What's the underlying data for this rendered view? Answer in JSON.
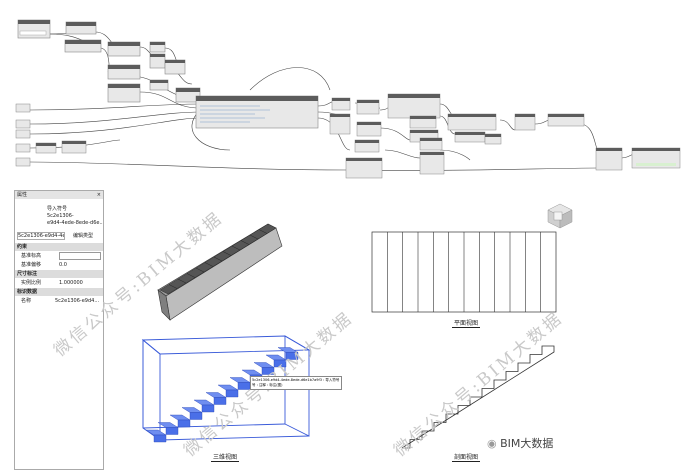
{
  "panel": {
    "title": "属性",
    "family": "导入符号",
    "type_lines": [
      "5c2e1306-",
      "e9d4-4ede-8ede-d6e..."
    ],
    "selector": "5c2e1306-e9d4-4e",
    "edit_type": "编辑类型",
    "sections": [
      {
        "name": "约束",
        "rows": [
          {
            "label": "基准标高",
            "value": ""
          },
          {
            "label": "基准偏移",
            "value": "0.0"
          }
        ]
      },
      {
        "name": "尺寸标注",
        "rows": [
          {
            "label": "实例比例",
            "value": "1.000000"
          }
        ]
      },
      {
        "name": "标识数据",
        "rows": [
          {
            "label": "名称",
            "value": "5c2e1306-e9d4..."
          }
        ]
      }
    ]
  },
  "watermarks": [
    "微信公众号:BIM大数据",
    "微信公众号:BIM大数据",
    "微信公众号:BIM大数据"
  ],
  "views": {
    "plan": "平面视图",
    "section": "剖面视图",
    "three_d": "三维视图"
  },
  "tooltip_lines": [
    "5c2e1306-e9d4-4ede-8ede-d6e1b7a9f3 : 导入符号",
    "号 : 注释 : 标注(图)"
  ],
  "brand": "BIM大数据",
  "colors": {
    "selection": "#3a5bd9",
    "step_fill": "#4a6fe8",
    "dark_step": "#555555"
  }
}
